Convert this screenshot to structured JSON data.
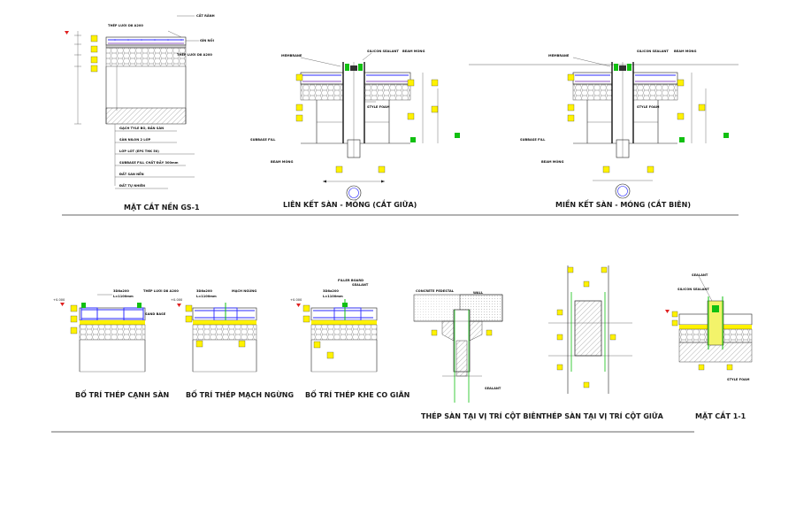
{
  "drawings": {
    "top_left": {
      "title": "MẶT CẮT NỀN GS-1",
      "labels": [
        "THÉP LƯỚI D8 A200",
        "CẮT RÃNH",
        "GÌN NỐI",
        "THÉP LƯỚI D8 A200"
      ],
      "layers": [
        "GẠCH TYLE BÓ, BẢN SÀN",
        "SÀN NILON 2 LỚP",
        "LỚP LÓT (EPS THK 50)",
        "SUBBASE FILL CHẤT ĐẦY 300mm",
        "ĐẤT SAN NỀN",
        "ĐẤT TỰ NHIÊN"
      ]
    },
    "top_mid": {
      "title": "LIÊN KẾT SÀN - MÓNG (CẮT GIỮA)",
      "labels": [
        "MEMBRANE",
        "SILICON SEALANT",
        "BEAM MÓNG",
        "STYLE FOAM",
        "SUBBASE FILL",
        "BEAM MÓNG"
      ]
    },
    "top_right": {
      "title": "MIỀN KẾT SÀN - MÓNG (CẮT BIÊN)",
      "labels": [
        "MEMBRANE",
        "SILICON SEALANT",
        "BEAM MÓNG",
        "STYLE FOAM",
        "SUBBASE FILL",
        "BEAM MÓNG"
      ]
    },
    "bottom": [
      {
        "title": "BỐ TRÍ THÉP CẠNH SÀN",
        "labels": [
          "3D8a200",
          "L=1100mm",
          "THÉP LƯỚI D8 A200",
          "SAND BASE"
        ]
      },
      {
        "title": "BỐ TRÍ THÉP MẠCH NGỪNG",
        "labels": [
          "3D8a200",
          "L=1100mm",
          "MẠCH NGỪNG"
        ]
      },
      {
        "title": "BỐ TRÍ THÉP KHE CO GIÃN",
        "labels": [
          "FILLER BOARD",
          "SEALANT",
          "3D8a200",
          "L=1100mm"
        ]
      },
      {
        "title": "THÉP SÀN TẠI VỊ TRÍ CỘT BIÊN",
        "labels": [
          "CONCRETE PEDESTAL",
          "WALL",
          "SEALANT"
        ]
      },
      {
        "title": "THÉP SÀN TẠI VỊ TRÍ CỘT GIỮA",
        "labels": []
      },
      {
        "title": "MẶT CẮT 1-1",
        "labels": [
          "SEALANT",
          "SILICON SEALANT",
          "STYLE FOAM"
        ]
      }
    ],
    "elevation": "+0.000"
  },
  "colors": {
    "rebar": "#2b2bff",
    "highlight": "#fff200",
    "accent": "#11c011",
    "ink": "#111111"
  }
}
